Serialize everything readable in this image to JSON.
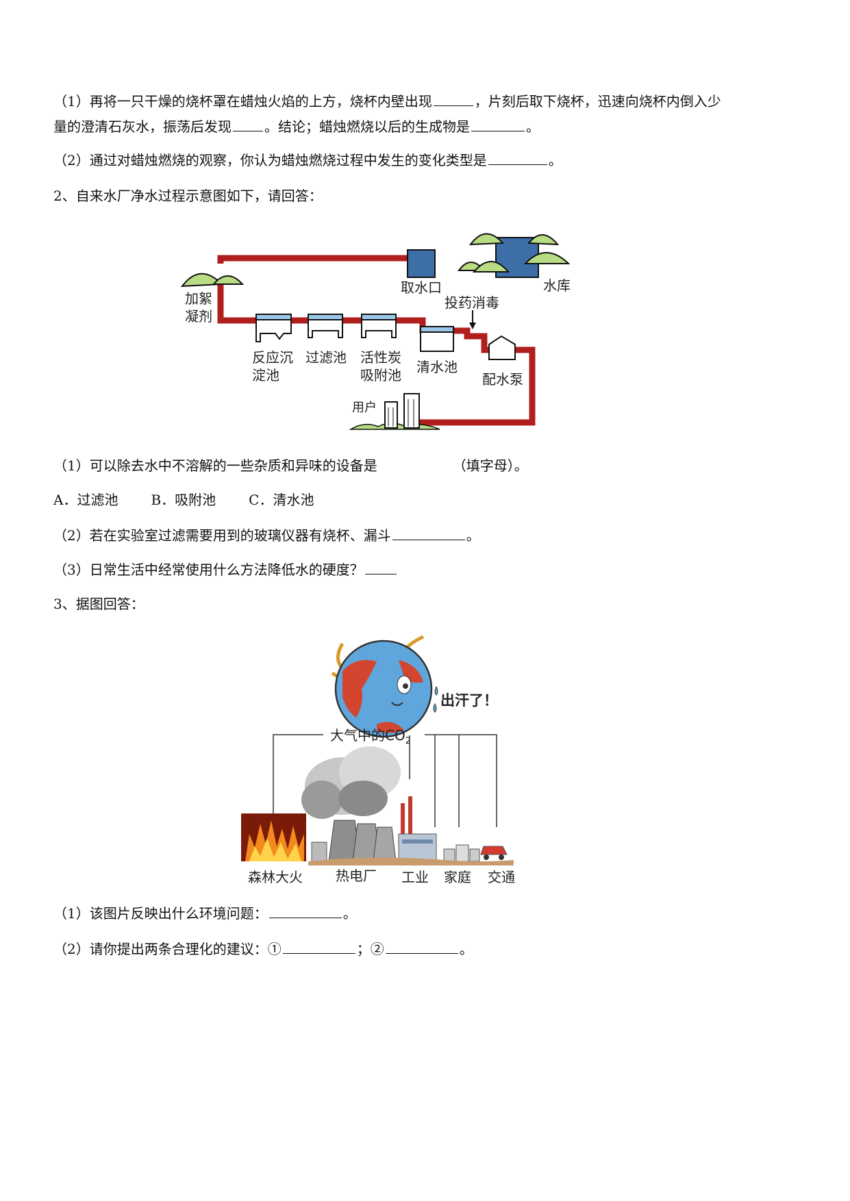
{
  "q1": {
    "p1_part1": "（1）再将一只干燥的烧杯罩在蜡烛火焰的上方，烧杯内壁出现",
    "p1_part2": "，片刻后取下烧杯，迅速向烧杯内倒入少",
    "p1_line2_part1": "量的澄清石灰水，振荡后发现",
    "p1_line2_part2": "。结论；蜡烛燃烧以后的生成物是",
    "p1_line2_part3": "。",
    "p2_part1": "（2）通过对蜡烛燃烧的观察，你认为蜡烛燃烧过程中发生的变化类型是",
    "p2_part2": "。"
  },
  "q2": {
    "heading": "2、自来水厂净水过程示意图如下，请回答：",
    "figure": {
      "intake": "取水口",
      "reservoir": "水库",
      "coagulant_1": "加絮",
      "coagulant_2": "凝剂",
      "disinfect": "投药消毒",
      "sediment_1": "反应沉",
      "sediment_2": "淀池",
      "filter": "过滤池",
      "carbon_1": "活性炭",
      "carbon_2": "吸附池",
      "clear": "清水池",
      "pump": "配水泵",
      "user": "用户"
    },
    "sub1_part1": "（1）可以除去水中不溶解的一些杂质和异味的设备是",
    "sub1_part2": "（填字母）。",
    "options": [
      "A．过滤池",
      "B．吸附池",
      "C．清水池"
    ],
    "sub2_part1": "（2）若在实验室过滤需要用到的玻璃仪器有烧杯、漏斗",
    "sub2_part2": "。",
    "sub3": "（3）日常生活中经常使用什么方法降低水的硬度？"
  },
  "q3": {
    "heading": "3、据图回答：",
    "figure": {
      "sweat": "出汗了！",
      "co2": "大气中的CO",
      "co2_sub": "2",
      "forest_fire": "森林大火",
      "power_plant": "热电厂",
      "industry": "工业",
      "home": "家庭",
      "traffic": "交通"
    },
    "sub1_part1": "（1）该图片反映出什么环境问题：",
    "sub1_part2": "。",
    "sub2_part1": "（2）请你提出两条合理化的建议：①",
    "sub2_part2": "；②",
    "sub2_part3": "。"
  }
}
